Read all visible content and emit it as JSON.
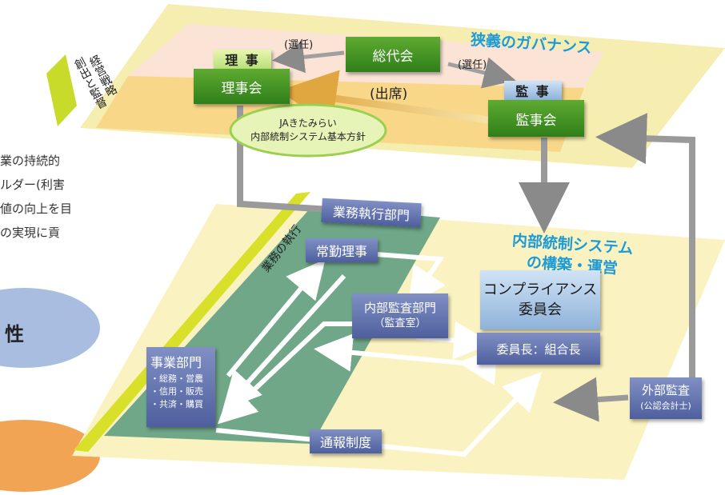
{
  "governance": {
    "title": "狭義のガバナンス",
    "riji": "理 事",
    "rijikai": "理事会",
    "sodaikai": "総代会",
    "kanji": "監 事",
    "kanjikai": "監事会",
    "senin_left": "(選任)",
    "senin_right": "(選任)",
    "shusseki": "(出席)",
    "policy_line1": "JAきたみらい",
    "policy_line2": "内部統制システム基本方針",
    "strategy": "経営戦略",
    "strategy_sub": "創出と監督"
  },
  "internal_control": {
    "title_line1": "内部統制システム",
    "title_line2": "の構築・運営",
    "execution_dept": "業務執行部門",
    "joukin_riji": "常勤理事",
    "audit_line1": "内部監査部門",
    "audit_line2": "（監査室）",
    "compliance_line1": "コンプライアンス",
    "compliance_line2": "委員会",
    "chair": "委員長：組合長",
    "business_dept": "事業部門",
    "business_items": [
      "・総務・営農",
      "・信用・販売",
      "・共済・購買"
    ],
    "reporting": "通報制度",
    "external_line1": "外部監査",
    "external_line2": "(公認会計士)",
    "execution_label": "業務の執行"
  },
  "side_text": [
    "業の持続的",
    "ルダー(利害",
    "値の向上を目",
    "の実現に貢"
  ],
  "side_badge": "性",
  "colors": {
    "top_plane": "#f6eeb0",
    "pink_band": "#fbe3d6",
    "orange_band": "#f8d788",
    "bottom_plane": "#faf2c0",
    "green_panel": "#5f9e82",
    "green_box": "#3f8f22",
    "blue_box": "#5a68a6",
    "title_cyan": "#1e9bd7",
    "arrow_gray": "#9a9a9a"
  }
}
